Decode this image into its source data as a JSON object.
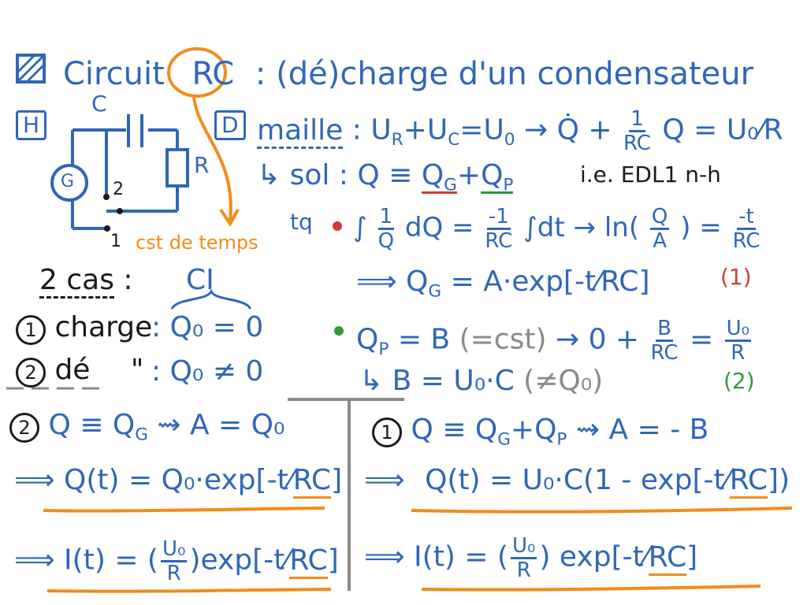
{
  "title": {
    "prefix": "Circuit",
    "rc": "RC",
    "rest": ": (dé)charge d'un condensateur"
  },
  "circuit": {
    "h_label": "H",
    "c_label": "C",
    "r_label": "R",
    "g_label": "G",
    "pos2": "2",
    "pos1": "1",
    "cst_label": "cst de temps"
  },
  "method": {
    "d_label": "D",
    "maille": "maille",
    "maille_eq_a": ": U",
    "maille_sub_r": "R",
    "maille_eq_b": "+U",
    "maille_sub_c": "C",
    "maille_eq_c": "=U",
    "maille_sub_0": "0",
    "maille_eq_d": "→ Q̇ +",
    "frac1_num": "1",
    "frac1_den": "RC",
    "maille_eq_e": "Q =",
    "maille_u0r": "U₀⁄R",
    "sol_prefix": "↳ sol : Q ≡",
    "qg": "Q",
    "qg_sub": "G",
    "plus": "+",
    "qp": "Q",
    "qp_sub": "P",
    "ie": "i.e. EDL1 n-h",
    "tq": "tq",
    "integral_eq_a": "∫",
    "frac_1q_num": "1",
    "frac_1q_den": "Q",
    "integral_eq_b": "dQ =",
    "frac_m1rc_num": "-1",
    "frac_m1rc_den": "RC",
    "integral_eq_c": "∫dt → ln(",
    "frac_qa_num": "Q",
    "frac_qa_den": "A",
    "integral_eq_d": ") =",
    "frac_mtrc_num": "-t",
    "frac_mtrc_den": "RC",
    "qg_result": "⟹ Q",
    "qg_result_sub": "G",
    "qg_result_b": "= A·exp[-t⁄RC]",
    "label_1": "(1)",
    "qp_eq_a": "Q",
    "qp_eq_sub": "P",
    "qp_eq_b": "= B",
    "qp_eq_cst": "(=cst)",
    "qp_eq_c": "→ 0 +",
    "frac_brc_num": "B",
    "frac_brc_den": "RC",
    "qp_eq_d": "=",
    "frac_u0r_num": "U₀",
    "frac_u0r_den": "R",
    "b_eq_a": "↳ B = U₀·C",
    "b_eq_note": "(≠Q₀)",
    "label_2": "(2)"
  },
  "cases": {
    "two_cas": "2 cas",
    "colon": ":",
    "ci": "CI",
    "case1_num": "1",
    "case1_label": "charge",
    "case1_ci": ": Q₀ = 0",
    "case2_num": "2",
    "case2_label": "dé",
    "case2_ditto": "\"",
    "case2_ci": ": Q₀ ≠ 0"
  },
  "bottom_left": {
    "num": "2",
    "line1": "Q ≡ Q",
    "line1_sub": "G",
    "line1_b": "⇝ A = Q₀",
    "line2": "⟹ Q(t) = Q₀·exp[-t⁄",
    "line2_rc": "RC",
    "line2_end": "]",
    "line3_a": "⟹ I(t) = (",
    "line3_num": "U₀",
    "line3_den": "R",
    "line3_b": ")exp[-t⁄",
    "line3_rc": "RC",
    "line3_end": "]"
  },
  "bottom_right": {
    "num": "1",
    "line1": "Q ≡ Q",
    "line1_sub": "G",
    "line1_b": "+Q",
    "line1_sub2": "P",
    "line1_c": "⇝ A = - B",
    "line2_a": "⟹",
    "line2_b": "Q(t) = U₀·C(1 - exp[-t⁄",
    "line2_rc": "RC",
    "line2_end": "])",
    "line3_a": "⟹ I(t) = (",
    "line3_num": "U₀",
    "line3_den": "R",
    "line3_b": ") exp[-t⁄",
    "line3_rc": "RC",
    "line3_end": "]"
  }
}
